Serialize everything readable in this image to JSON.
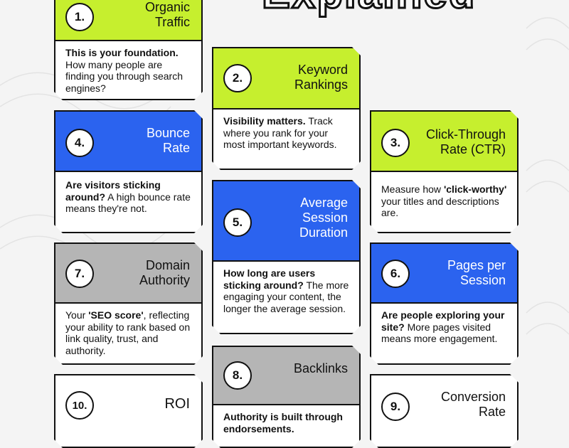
{
  "header": {
    "title_fragment": "Explained"
  },
  "cards": [
    {
      "number": "1.",
      "title_l1": "Organic",
      "title_l2": "Traffic",
      "body_bold": "This is your foundation.",
      "body": "How many people are finding you through search engines?"
    },
    {
      "number": "2.",
      "title_l1": "Keyword",
      "title_l2": "Rankings",
      "body_bold": "Visibility matters.",
      "body": "Track where you rank for your most important keywords."
    },
    {
      "number": "3.",
      "title_l1": "Click-Through",
      "title_l2": "Rate (CTR)",
      "body_pre": "Measure how",
      "body_bold": "'click-worthy'",
      "body": "your titles and descriptions are."
    },
    {
      "number": "4.",
      "title_l1": "Bounce",
      "title_l2": "Rate",
      "body_bold": "Are visitors sticking around?",
      "body": "A high bounce rate means they're not."
    },
    {
      "number": "5.",
      "title_l1": "Average",
      "title_l2": "Session",
      "title_l3": "Duration",
      "body_bold": "How long are users sticking around?",
      "body": "The more engaging your content, the longer the average session."
    },
    {
      "number": "6.",
      "title_l1": "Pages per",
      "title_l2": "Session",
      "body_bold": "Are people exploring your site?",
      "body": "More pages visited means more engagement."
    },
    {
      "number": "7.",
      "title_l1": "Domain",
      "title_l2": "Authority",
      "body_pre": "Your",
      "body_bold": "'SEO score'",
      "body": ", reflecting your ability to rank based on link quality, trust, and authority."
    },
    {
      "number": "8.",
      "title_l1": "Backlinks",
      "body_bold": "Authority is built through endorsements."
    },
    {
      "number": "9.",
      "title_l1": "Conversion",
      "title_l2": "Rate"
    },
    {
      "number": "10.",
      "title_l1": "ROI"
    }
  ],
  "colors": {
    "lime": "#c6ef2e",
    "blue": "#2b63ef",
    "gray": "#b5b5b5",
    "outline": "#111111"
  }
}
